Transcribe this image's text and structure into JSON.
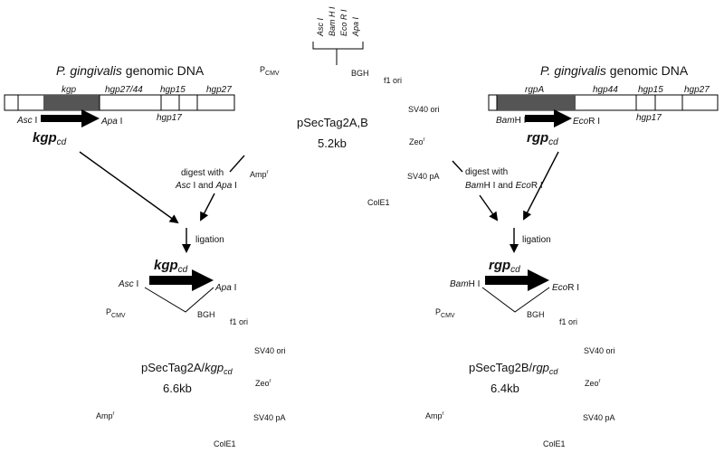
{
  "genomic": {
    "left": {
      "title_species": "P. gingivalis",
      "title_rest": " genomic DNA",
      "segments": [
        "kgp",
        "hgp27/44",
        "hgp15",
        "hgp27"
      ],
      "below_segment": "hgp17",
      "site_left": "Asc",
      "site_right": "Apa",
      "gene": "kgp",
      "gene_sub": "cd"
    },
    "right": {
      "title_species": "P. gingivalis",
      "title_rest": " genomic DNA",
      "segments": [
        "rgpA",
        "hgp44",
        "hgp15",
        "hgp27"
      ],
      "below_segment": "hgp17",
      "site_left": "Bam",
      "site_right": "Eco",
      "gene": "rgp",
      "gene_sub": "cd"
    }
  },
  "mcs_sites": [
    "Asc I",
    "Bam H I",
    "Eco R I",
    "Apa I"
  ],
  "vector": {
    "name": "pSecTag2A,B",
    "size": "5.2kb"
  },
  "features": {
    "pcmv": "P",
    "pcmv_sub": "CMV",
    "bgh": "BGH",
    "f1": "f1 ori",
    "sv40ori": "SV40 ori",
    "zeo": "Zeo",
    "zeo_sup": "r",
    "sv40pa": "SV40 pA",
    "cole1": "ColE1",
    "amp": "Amp",
    "amp_sup": "r"
  },
  "steps": {
    "digest_left_1": "digest with",
    "digest_left_2a": "Asc",
    "digest_left_2b": " I and ",
    "digest_left_2c": "Apa",
    "digest_left_2d": " I",
    "digest_right_1": "digest with",
    "digest_right_2a": "Bam",
    "digest_right_2b": "H I and ",
    "digest_right_2c": "Eco",
    "digest_right_2d": "R I",
    "ligation": "ligation"
  },
  "products": {
    "left_name": "pSecTag2A/",
    "left_gene": "kgp",
    "left_sub": "cd",
    "left_size": "6.6kb",
    "right_name": "pSecTag2B/",
    "right_gene": "rgp",
    "right_sub": "cd",
    "right_size": "6.4kb"
  },
  "roman_i": " I"
}
